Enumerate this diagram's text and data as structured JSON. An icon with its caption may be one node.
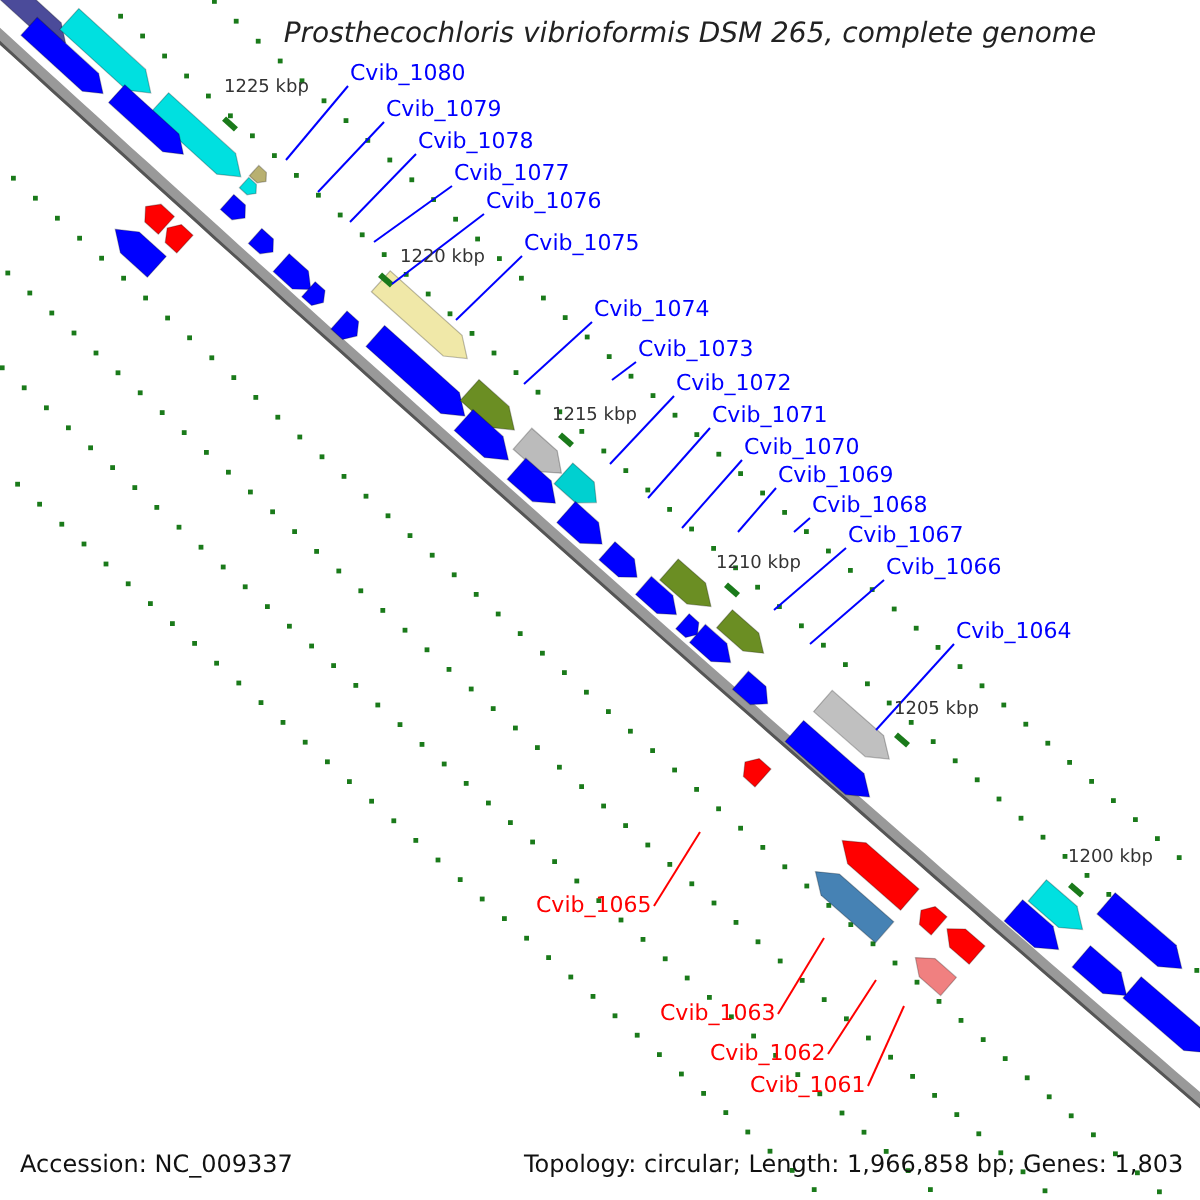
{
  "diagram": {
    "title": "Prosthecochloris vibrioformis DSM 265, complete genome",
    "nodes": [
      {
        "text": [
          "Cvib_1080"
        ]
      },
      {
        "text": [
          "Cvib_1079"
        ]
      },
      {
        "text": [
          "Cvib_1078"
        ]
      },
      {
        "text": [
          "Cvib_1077"
        ]
      },
      {
        "text": [
          "Cvib_1076"
        ]
      },
      {
        "text": [
          "Cvib_1075"
        ]
      },
      {
        "text": [
          "Cvib_1074"
        ]
      },
      {
        "text": [
          "Cvib_1073"
        ]
      },
      {
        "text": [
          "Cvib_1072"
        ]
      },
      {
        "text": [
          "Cvib_1071"
        ]
      },
      {
        "text": [
          "Cvib_1070"
        ]
      },
      {
        "text": [
          "Cvib_1069"
        ]
      },
      {
        "text": [
          "Cvib_1068"
        ]
      },
      {
        "text": [
          "Cvib_1067"
        ]
      },
      {
        "text": [
          "Cvib_1066"
        ]
      },
      {
        "text": [
          "Cvib_1064"
        ]
      },
      {
        "text": [
          "Cvib_1065"
        ]
      },
      {
        "text": [
          "Cvib_1063"
        ]
      },
      {
        "text": [
          "Cvib_1062"
        ]
      },
      {
        "text": [
          "Cvib_1061"
        ]
      }
    ],
    "edges": [
      {
        "from": 0,
        "to": null,
        "arrow": "none"
      },
      {
        "from": 1,
        "to": null,
        "arrow": "none"
      },
      {
        "from": 2,
        "to": null,
        "arrow": "none"
      },
      {
        "from": 3,
        "to": null,
        "arrow": "none"
      },
      {
        "from": 4,
        "to": null,
        "arrow": "none"
      },
      {
        "from": 5,
        "to": null,
        "arrow": "none"
      },
      {
        "from": 6,
        "to": null,
        "arrow": "none"
      },
      {
        "from": 7,
        "to": null,
        "arrow": "none"
      },
      {
        "from": 8,
        "to": null,
        "arrow": "none"
      },
      {
        "from": 9,
        "to": null,
        "arrow": "none"
      },
      {
        "from": 10,
        "to": null,
        "arrow": "none"
      },
      {
        "from": 11,
        "to": null,
        "arrow": "none"
      },
      {
        "from": 12,
        "to": null,
        "arrow": "none"
      },
      {
        "from": 13,
        "to": null,
        "arrow": "none"
      },
      {
        "from": 14,
        "to": null,
        "arrow": "none"
      },
      {
        "from": 15,
        "to": null,
        "arrow": "none"
      },
      {
        "from": 16,
        "to": null,
        "arrow": "none",
        "color": "#ff0000"
      },
      {
        "from": 17,
        "to": null,
        "arrow": "none",
        "color": "#ff0000"
      },
      {
        "from": 18,
        "to": null,
        "arrow": "none",
        "color": "#ff0000"
      },
      {
        "from": 19,
        "to": null,
        "arrow": "none",
        "color": "#ff0000"
      }
    ],
    "labels": [
      "1225 kbp",
      "1220 kbp",
      "1215 kbp",
      "1210 kbp",
      "1205 kbp",
      "1200 kbp",
      "Accession: NC_009337",
      "Topology: circular; Length: 1,966,858 bp; Genes: 1,803"
    ]
  }
}
